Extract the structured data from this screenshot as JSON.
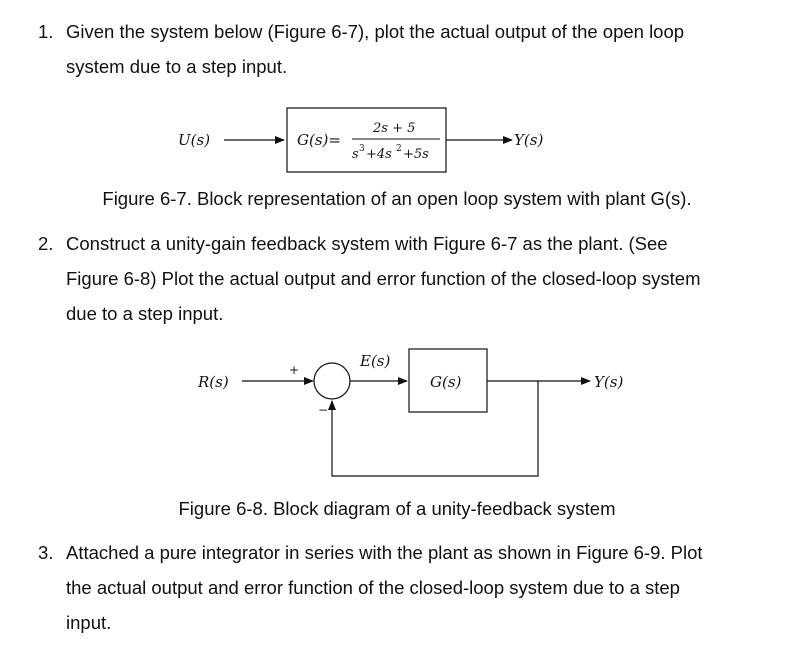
{
  "items": [
    {
      "number": "1.",
      "line1": "Given the system below (Figure 6-7), plot the actual output of the open loop",
      "line2": "system due to a step input."
    },
    {
      "number": "2.",
      "line1": "Construct a unity-gain feedback system with Figure 6-7 as the plant. (See",
      "line2": "Figure 6-8) Plot the actual output and error function of the closed-loop system",
      "line3": "due to a step input."
    },
    {
      "number": "3.",
      "line1": "Attached a pure integrator in series with the plant as shown in Figure 6-9. Plot",
      "line2": "the actual output and error function of the closed-loop system due to a step",
      "line3": "input."
    }
  ],
  "figure67": {
    "input_label": "U(s)",
    "output_label": "Y(s)",
    "plant_lhs": "G(s)=",
    "numerator": "2s + 5",
    "den_s3": "s",
    "den_exp3": "3",
    "den_plus4": "+4s",
    "den_exp2": "2",
    "den_plus5": "+5s",
    "caption": "Figure 6-7. Block representation of an open loop system with plant G(s)."
  },
  "figure68": {
    "input_label": "R(s)",
    "plus_sign": "+",
    "minus_sign": "−",
    "error_label": "E(s)",
    "plant_label": "G(s)",
    "output_label": "Y(s)",
    "caption": "Figure 6-8. Block diagram of a unity-feedback system"
  }
}
